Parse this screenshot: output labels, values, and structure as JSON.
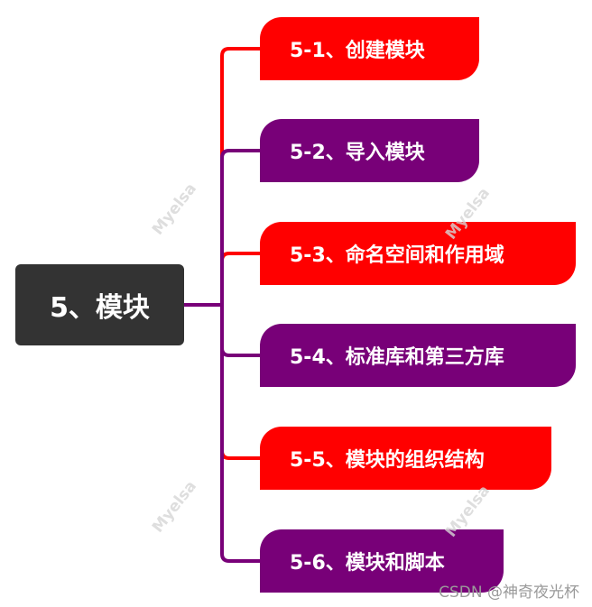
{
  "root": {
    "label": "5、模块"
  },
  "children": [
    {
      "label": "5-1、创建模块",
      "color": "#ff0000"
    },
    {
      "label": "5-2、导入模块",
      "color": "#780078"
    },
    {
      "label": "5-3、命名空间和作用域",
      "color": "#ff0000"
    },
    {
      "label": "5-4、标准库和第三方库",
      "color": "#780078"
    },
    {
      "label": "5-5、模块的组织结构",
      "color": "#ff0000"
    },
    {
      "label": "5-6、模块和脚本",
      "color": "#780078"
    }
  ],
  "watermark": "Myelsa",
  "credit": "CSDN @神奇夜光杯"
}
